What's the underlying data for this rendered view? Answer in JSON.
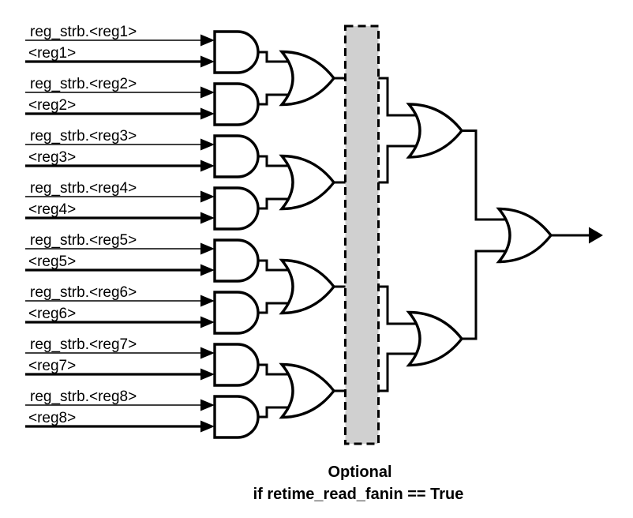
{
  "inputs": [
    {
      "strobe_label": "reg_strb.<reg1>",
      "reg_label": "<reg1>"
    },
    {
      "strobe_label": "reg_strb.<reg2>",
      "reg_label": "<reg2>"
    },
    {
      "strobe_label": "reg_strb.<reg3>",
      "reg_label": "<reg3>"
    },
    {
      "strobe_label": "reg_strb.<reg4>",
      "reg_label": "<reg4>"
    },
    {
      "strobe_label": "reg_strb.<reg5>",
      "reg_label": "<reg5>"
    },
    {
      "strobe_label": "reg_strb.<reg6>",
      "reg_label": "<reg6>"
    },
    {
      "strobe_label": "reg_strb.<reg7>",
      "reg_label": "<reg7>"
    },
    {
      "strobe_label": "reg_strb.<reg8>",
      "reg_label": "<reg8>"
    }
  ],
  "caption": {
    "line1": "Optional",
    "line2": "if retime_read_fanin == True"
  },
  "gates": {
    "and_gates": 8,
    "or_gates_stage1": 4,
    "or_gates_stage2": 2,
    "or_gates_final": 1
  },
  "colors": {
    "background": "#ffffff",
    "line": "#000000",
    "gate_fill": "#ffffff",
    "optional_box_fill": "#d0d0d0"
  }
}
